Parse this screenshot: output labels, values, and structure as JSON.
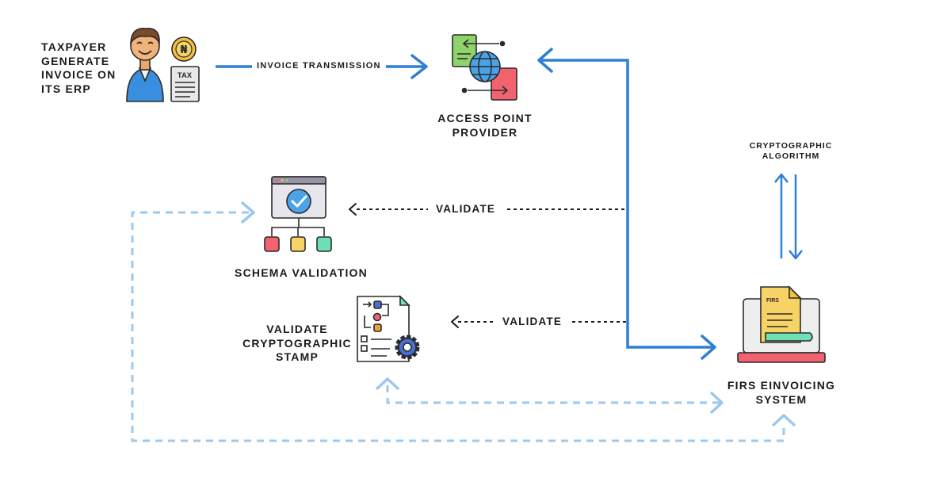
{
  "nodes": {
    "taxpayer": {
      "lines": [
        "TAXPAYER",
        "GENERATE",
        "INVOICE ON",
        "ITS ERP"
      ],
      "tax_badge": "TAX",
      "currency_symbol": "₦"
    },
    "access_point": {
      "lines": [
        "ACCESS POINT",
        "PROVIDER"
      ]
    },
    "schema_validation": {
      "label": "SCHEMA VALIDATION"
    },
    "validate_stamp": {
      "lines": [
        "VALIDATE",
        "CRYPTOGRAPHIC",
        "STAMP"
      ]
    },
    "firs": {
      "lines": [
        "FIRS EINVOICING",
        "SYSTEM"
      ],
      "doc_mark": "FIRS"
    },
    "crypto": {
      "lines": [
        "CRYPTOGRAPHIC",
        "ALGORITHM"
      ]
    }
  },
  "edges": {
    "invoice_transmission": "INVOICE TRANSMISSION",
    "validate_schema": "VALIDATE",
    "validate_stamp": "VALIDATE"
  },
  "colors": {
    "solid_blue": "#2e7fd6",
    "dashed_blue": "#9cc8ee",
    "text": "#1b1b1b"
  },
  "icons": [
    "person-icon",
    "naira-coin-icon",
    "tax-document-icon",
    "globe-exchange-icon",
    "checklist-window-icon",
    "process-gear-icon",
    "firs-laptop-icon"
  ]
}
